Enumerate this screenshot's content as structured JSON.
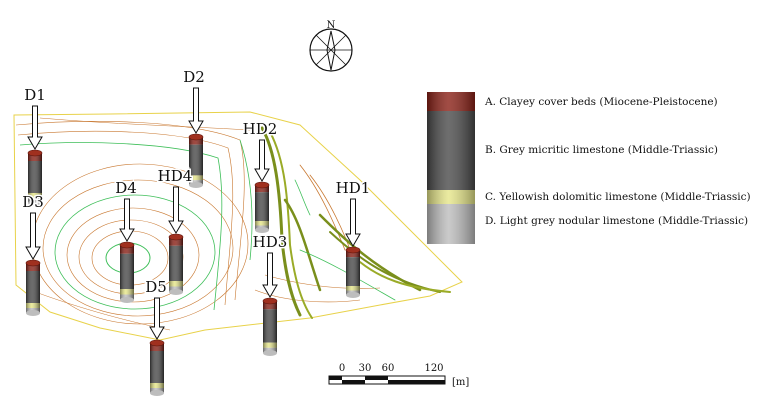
{
  "compass": {
    "north_label": "N",
    "icon": "north-arrow-compass"
  },
  "boreholes": [
    {
      "id": "D1",
      "label": "D1"
    },
    {
      "id": "D2",
      "label": "D2"
    },
    {
      "id": "D3",
      "label": "D3"
    },
    {
      "id": "D4",
      "label": "D4"
    },
    {
      "id": "D5",
      "label": "D5"
    },
    {
      "id": "HD1",
      "label": "HD1"
    },
    {
      "id": "HD2",
      "label": "HD2"
    },
    {
      "id": "HD3",
      "label": "HD3"
    },
    {
      "id": "HD4",
      "label": "HD4"
    }
  ],
  "legend": {
    "items": [
      {
        "key": "A",
        "text": "A. Clayey cover beds (Miocene-Pleistocene)",
        "color": "#8a2016"
      },
      {
        "key": "B",
        "text": "B. Grey micritic limestone (Middle-Triassic)",
        "color": "#4a4a4a"
      },
      {
        "key": "C",
        "text": "C. Yellowish dolomitic limestone (Middle-Triassic)",
        "color": "#e6e689"
      },
      {
        "key": "D",
        "text": "D. Light grey nodular limestone (Middle-Triassic)",
        "color": "#bdbdbd"
      }
    ]
  },
  "scale_bar": {
    "ticks": [
      "0",
      "30",
      "60",
      "120"
    ],
    "unit": "[m]"
  },
  "colors": {
    "contour_major": "#c8772f",
    "contour_minor": "#3fbf5a",
    "rock_face": "#7a8f1c",
    "outline": "#e8d24a"
  }
}
